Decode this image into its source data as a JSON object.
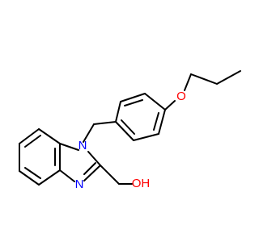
{
  "structure": {
    "atoms": [
      {
        "symbol": "O",
        "color": "#ff0000"
      },
      {
        "symbol": "N",
        "color": "#0000ff"
      },
      {
        "symbol": "N",
        "color": "#0000ff"
      },
      {
        "symbol": "OH",
        "color": "#ff0000"
      }
    ]
  }
}
